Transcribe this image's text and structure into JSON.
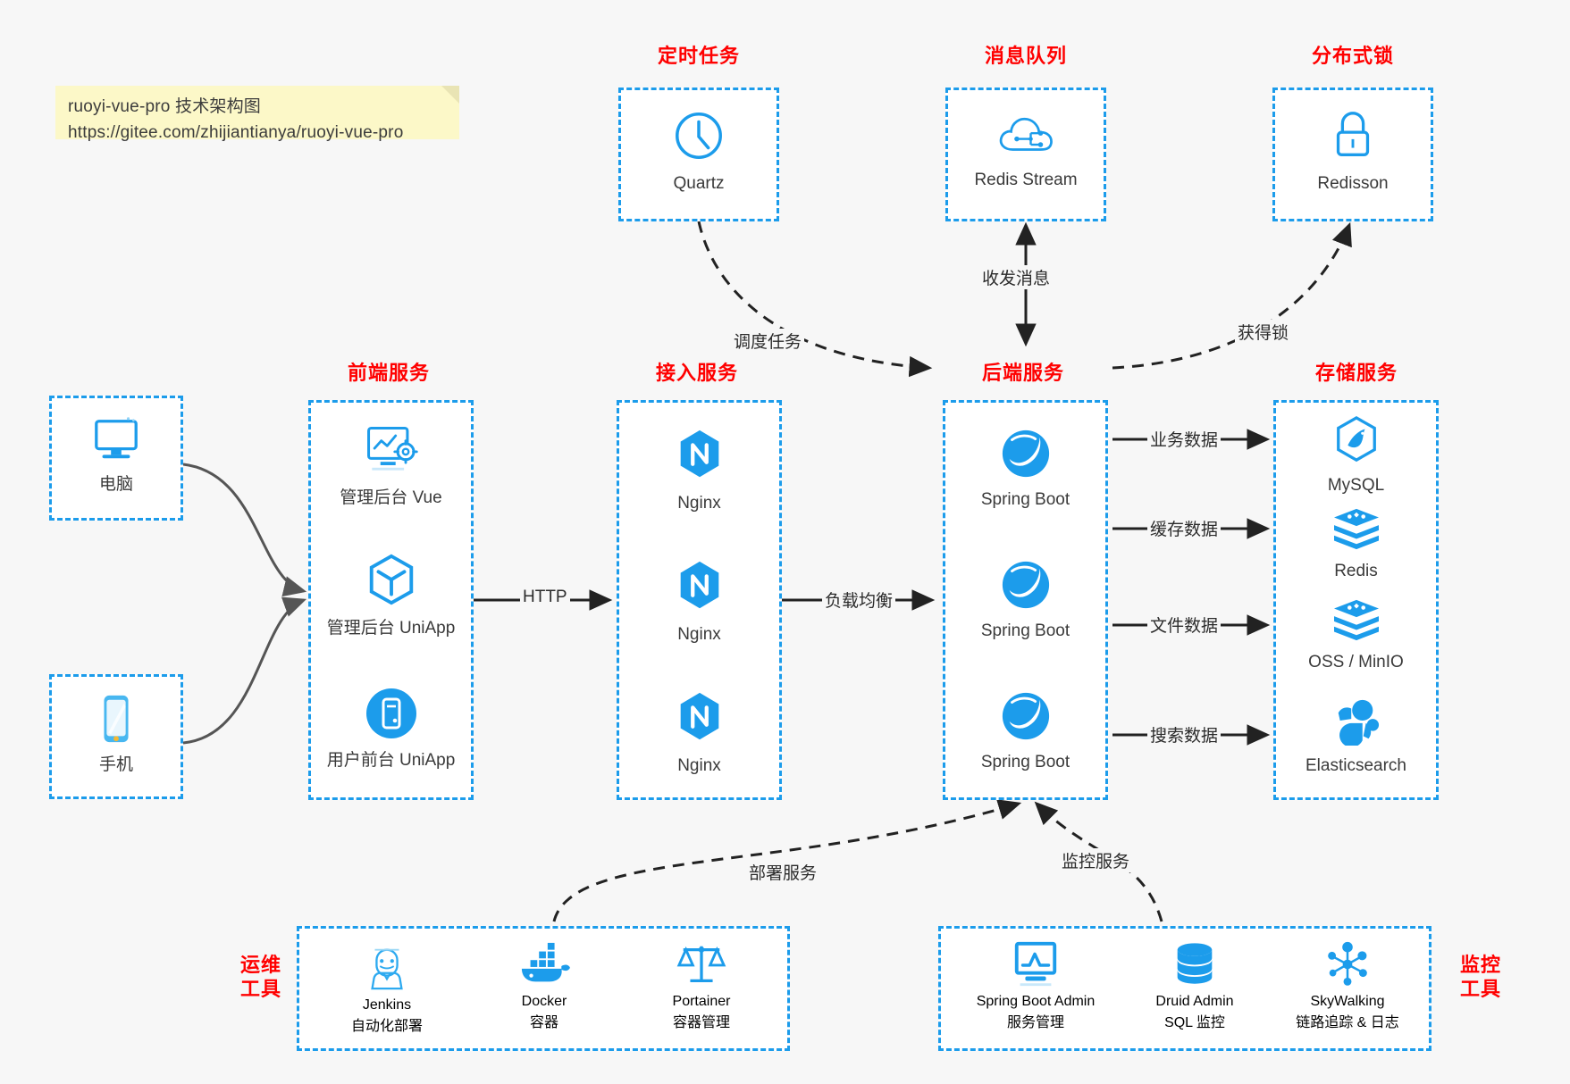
{
  "note": {
    "line1": "ruoyi-vue-pro 技术架构图",
    "line2": "https://gitee.com/zhijiantianya/ruoyi-vue-pro"
  },
  "colors": {
    "box_border": "#1c9ceb",
    "group_title": "#ff0000",
    "icon_blue": "#1c9ceb",
    "background": "#f7f7f7",
    "note_bg": "#fcf8c8",
    "arrow": "#222222",
    "client_arrow": "#555555"
  },
  "groups": {
    "timer": {
      "title": "定时任务"
    },
    "mq": {
      "title": "消息队列"
    },
    "lock": {
      "title": "分布式锁"
    },
    "frontend": {
      "title": "前端服务"
    },
    "gateway": {
      "title": "接入服务"
    },
    "backend": {
      "title": "后端服务"
    },
    "storage": {
      "title": "存储服务"
    },
    "ops": {
      "title_line1": "运维",
      "title_line2": "工具"
    },
    "monitor": {
      "title_line1": "监控",
      "title_line2": "工具"
    }
  },
  "nodes": {
    "quartz": {
      "label": "Quartz",
      "icon": "clock-icon"
    },
    "redis_stream": {
      "label": "Redis Stream",
      "icon": "cloud-network-icon"
    },
    "redisson": {
      "label": "Redisson",
      "icon": "lock-icon"
    },
    "computer": {
      "label": "电脑",
      "icon": "desktop-monitor-icon"
    },
    "phone": {
      "label": "手机",
      "icon": "smartphone-icon"
    },
    "frontend_items": [
      {
        "label": "管理后台 Vue",
        "icon": "dashboard-gear-icon"
      },
      {
        "label": "管理后台 UniApp",
        "icon": "hexagon-cube-icon"
      },
      {
        "label": "用户前台 UniApp",
        "icon": "mobile-app-icon"
      }
    ],
    "gateway_items": [
      {
        "label": "Nginx",
        "icon": "nginx-icon"
      },
      {
        "label": "Nginx",
        "icon": "nginx-icon"
      },
      {
        "label": "Nginx",
        "icon": "nginx-icon"
      }
    ],
    "backend_items": [
      {
        "label": "Spring Boot",
        "icon": "spring-leaf-icon"
      },
      {
        "label": "Spring Boot",
        "icon": "spring-leaf-icon"
      },
      {
        "label": "Spring Boot",
        "icon": "spring-leaf-icon"
      }
    ],
    "storage_items": [
      {
        "label": "MySQL",
        "icon": "mysql-dolphin-icon"
      },
      {
        "label": "Redis",
        "icon": "redis-stack-icon"
      },
      {
        "label": "OSS / MinIO",
        "icon": "redis-stack-icon"
      },
      {
        "label": "Elasticsearch",
        "icon": "elasticsearch-cluster-icon"
      }
    ],
    "ops_items": [
      {
        "label": "Jenkins",
        "sublabel": "自动化部署",
        "icon": "jenkins-butler-icon"
      },
      {
        "label": "Docker",
        "sublabel": "容器",
        "icon": "docker-whale-icon"
      },
      {
        "label": "Portainer",
        "sublabel": "容器管理",
        "icon": "scales-balance-icon"
      }
    ],
    "monitor_items": [
      {
        "label": "Spring Boot Admin",
        "sublabel": "服务管理",
        "icon": "monitor-chart-icon"
      },
      {
        "label": "Druid Admin",
        "sublabel": "SQL 监控",
        "icon": "database-stack-icon"
      },
      {
        "label": "SkyWalking",
        "sublabel": "链路追踪 & 日志",
        "icon": "network-nodes-icon"
      }
    ]
  },
  "edges": {
    "http": "HTTP",
    "load_balance": "负载均衡",
    "schedule_task": "调度任务",
    "send_receive_message": "收发消息",
    "acquire_lock": "获得锁",
    "business_data": "业务数据",
    "cache_data": "缓存数据",
    "file_data": "文件数据",
    "search_data": "搜索数据",
    "deploy_service": "部署服务",
    "monitor_service": "监控服务"
  }
}
